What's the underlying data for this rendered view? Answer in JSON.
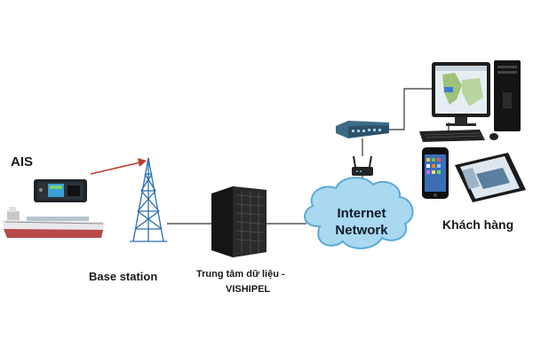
{
  "labels": {
    "ais": "AIS",
    "base_station": "Base station",
    "data_center_line1": "Trung tâm dữ liệu -",
    "data_center_line2": "VISHIPEL",
    "cloud_line1": "Internet",
    "cloud_line2": "Network",
    "customers": "Khách hàng"
  },
  "colors": {
    "cloud_fill": "#a9d8f0",
    "cloud_stroke": "#5aaad6",
    "tower": "#2c6fb0",
    "arrow": "#c0392b",
    "link_line": "#333333",
    "server": "#1b1b1b",
    "switch": "#3d6b86"
  }
}
